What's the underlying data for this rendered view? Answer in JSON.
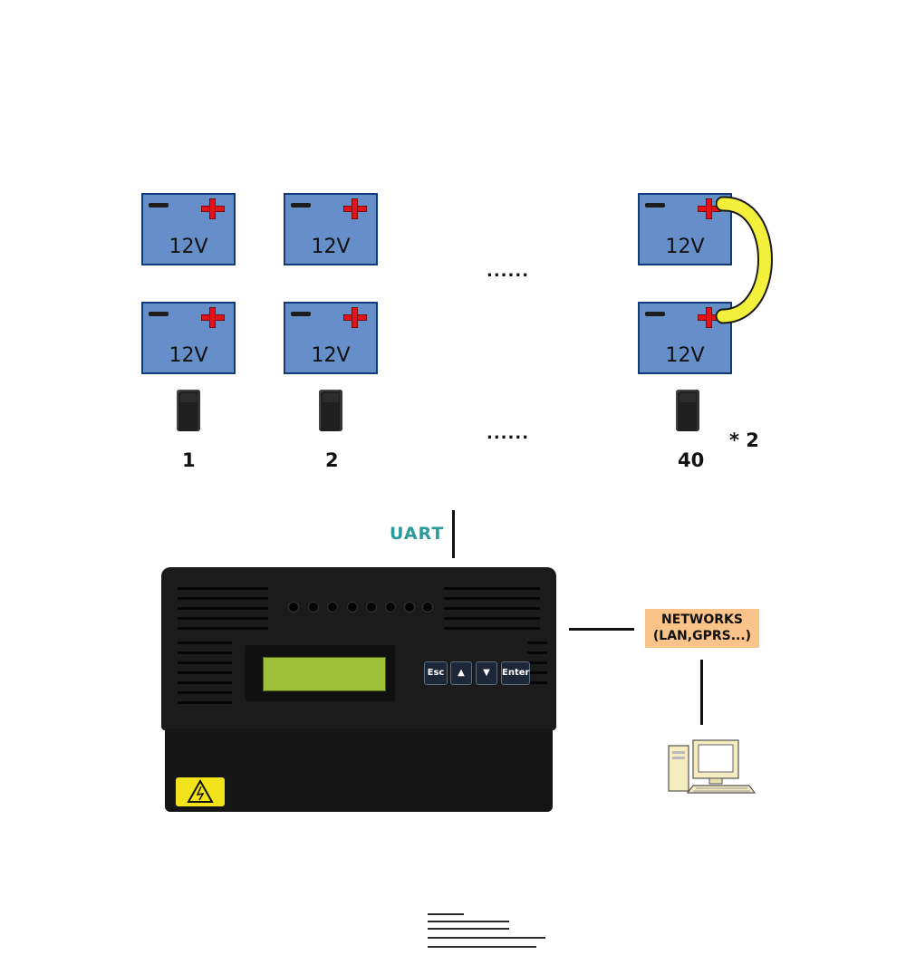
{
  "batteries": [
    {
      "voltage": "12V"
    },
    {
      "voltage": "12V"
    },
    {
      "voltage": "12V"
    },
    {
      "voltage": "12V"
    },
    {
      "voltage": "12V"
    },
    {
      "voltage": "12V"
    }
  ],
  "ellipsis_top": "......",
  "ellipsis_bottom": "......",
  "sensor_numbers": [
    "1",
    "2",
    "40"
  ],
  "multiplier": "* 2",
  "uart_label": "UART",
  "controller": {
    "keys": [
      "Esc",
      "▲",
      "▼",
      "Enter"
    ]
  },
  "networks": {
    "line1": "NETWORKS",
    "line2": "(LAN,GPRS...)"
  },
  "colors": {
    "battery_fill": "#668ec8",
    "battery_border": "#123a78",
    "plus_sign": "#e2141a",
    "jumper": "#f2f03a",
    "uart_text": "#2a9a9b",
    "networks_bg": "#f9c38a",
    "lcd": "#9fc13a"
  },
  "icons": [
    "battery-icon",
    "sensor-module-icon",
    "high-voltage-warning-icon",
    "computer-icon"
  ]
}
